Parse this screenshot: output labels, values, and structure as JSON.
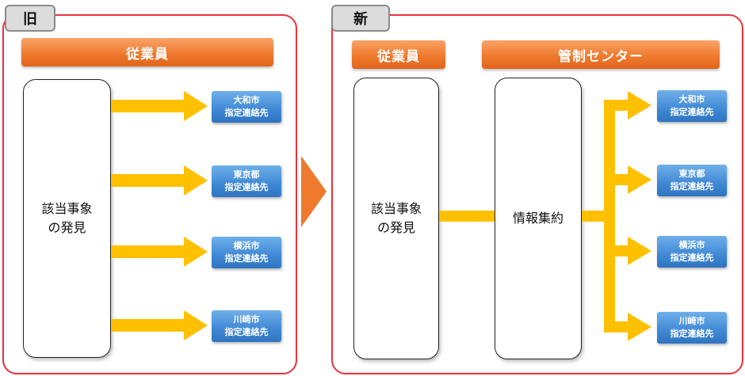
{
  "old_panel": {
    "tag": "旧",
    "header": "従業員",
    "box_line1": "該当事象",
    "box_line2": "の発見",
    "contacts": [
      {
        "city": "大和市",
        "label": "指定連絡先"
      },
      {
        "city": "東京都",
        "label": "指定連絡先"
      },
      {
        "city": "横浜市",
        "label": "指定連絡先"
      },
      {
        "city": "川崎市",
        "label": "指定連絡先"
      }
    ]
  },
  "new_panel": {
    "tag": "新",
    "header_employee": "従業員",
    "header_center": "管制センター",
    "box_line1": "該当事象",
    "box_line2": "の発見",
    "center_box": "情報集約",
    "contacts": [
      {
        "city": "大和市",
        "label": "指定連絡先"
      },
      {
        "city": "東京都",
        "label": "指定連絡先"
      },
      {
        "city": "横浜市",
        "label": "指定連絡先"
      },
      {
        "city": "川崎市",
        "label": "指定連絡先"
      }
    ]
  },
  "colors": {
    "panel_border": "#e8323c",
    "header_orange": "#ef7a2d",
    "arrow_yellow": "#ffc000",
    "contact_blue": "#3f88d4",
    "transition_arrow": "#ef7a2d"
  }
}
